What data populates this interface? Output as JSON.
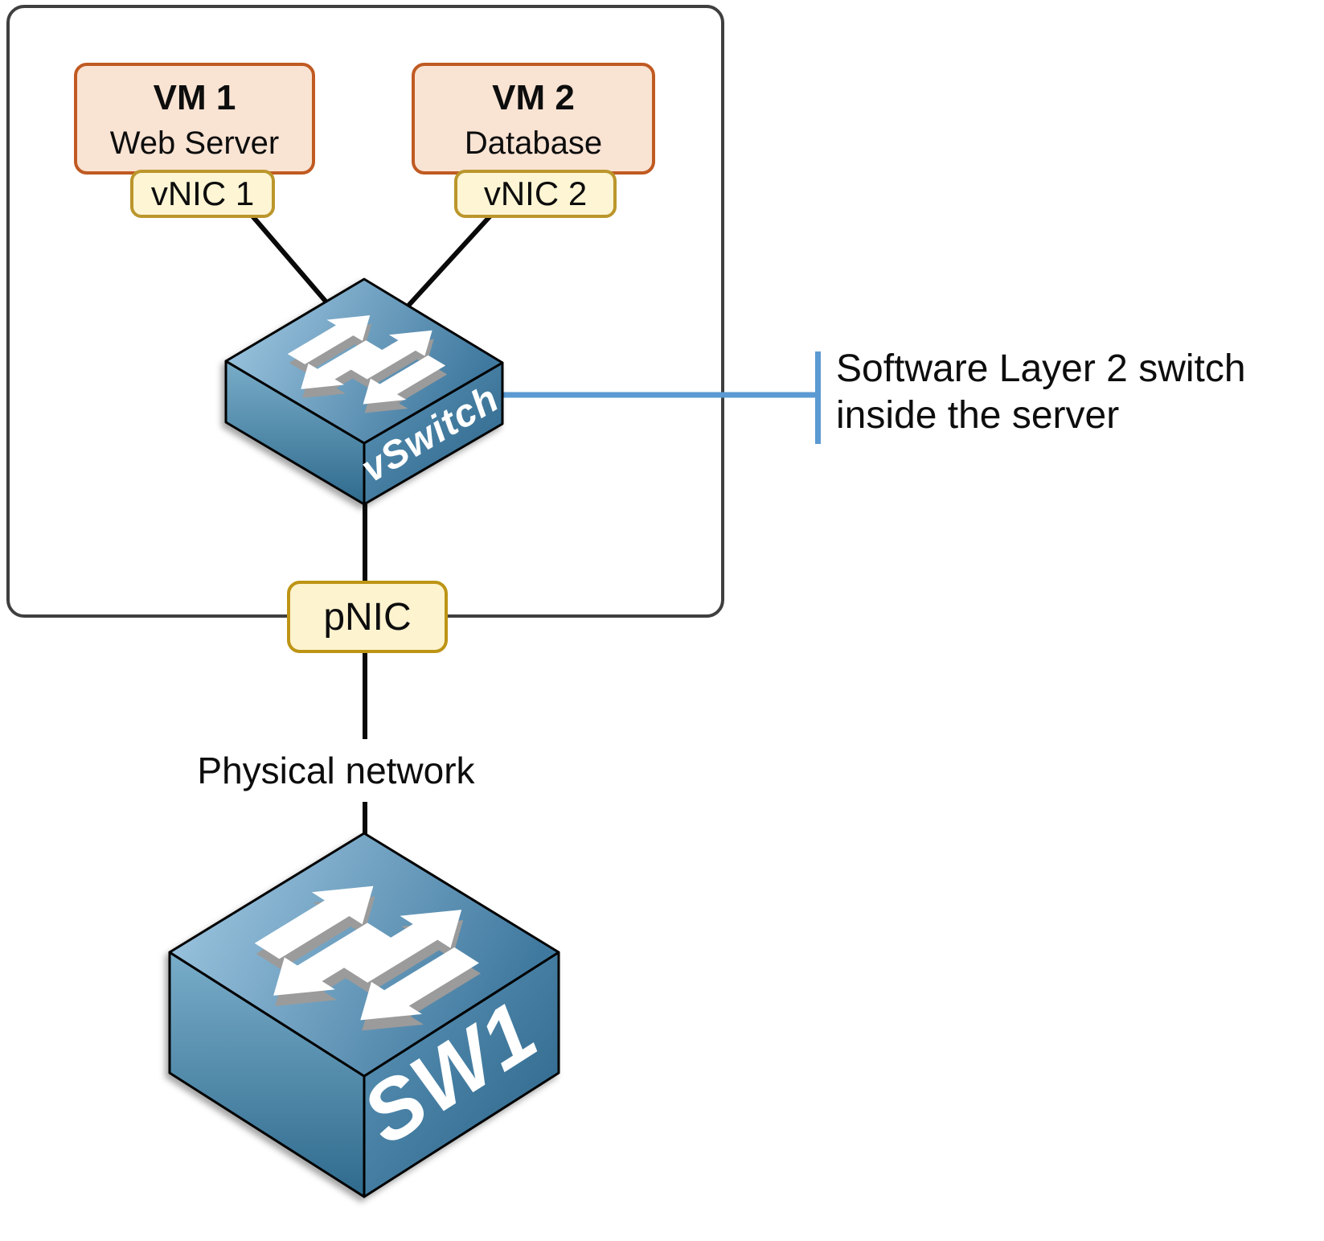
{
  "diagram": {
    "server": {
      "vms": [
        {
          "title": "VM 1",
          "subtitle": "Web Server",
          "vnic": "vNIC 1"
        },
        {
          "title": "VM 2",
          "subtitle": "Database",
          "vnic": "vNIC 2"
        }
      ],
      "vswitch_label": "vSwitch",
      "pnic_label": "pNIC"
    },
    "annotation": {
      "line1": "Software Layer 2 switch",
      "line2": "inside the server"
    },
    "physical_network_label": "Physical network",
    "switch1_label": "SW1",
    "colors": {
      "vm_fill": "#f9e3d3",
      "vm_border": "#c05a22",
      "vnic_fill": "#fdf5d3",
      "vnic_border": "#bb962b",
      "pnic_fill": "#fdf3cf",
      "pnic_border": "#bd9414",
      "server_border": "#3f3f3f",
      "annotation_blue": "#5b9ad2",
      "connector_black": "#0a0a0a",
      "switch_top_light": "#a6cde6",
      "switch_dark": "#2f6a8d"
    }
  }
}
